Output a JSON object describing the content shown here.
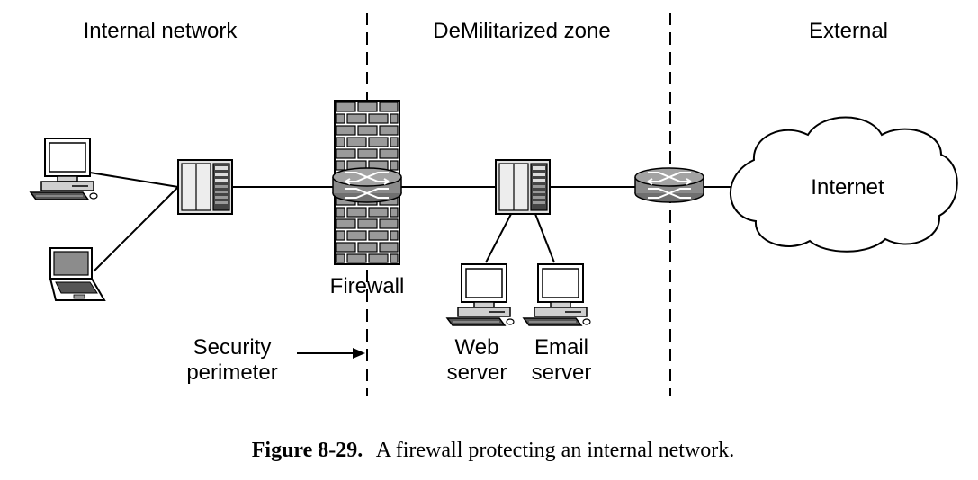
{
  "zones": {
    "internal": "Internal network",
    "dmz": "DeMilitarized zone",
    "external": "External"
  },
  "labels": {
    "firewall": "Firewall",
    "internet": "Internet",
    "security_line1": "Security",
    "security_line2": "perimeter",
    "web_line1": "Web",
    "web_line2": "server",
    "email_line1": "Email",
    "email_line2": "server"
  },
  "caption": {
    "number": "Figure 8-29.",
    "text": "A firewall protecting an internal network."
  },
  "icons": {
    "desktop": "desktop-computer-icon",
    "laptop": "laptop-icon",
    "server": "server-tower-icon",
    "router": "router-icon",
    "firewall": "brick-wall-icon",
    "cloud": "cloud-icon"
  },
  "colors": {
    "line": "#000000",
    "brick": "#9a9a9a",
    "brick_mortar": "#ffffff",
    "router_body": "#8a8a8a",
    "server_face": "#d8d8d8",
    "screen": "#ffffff",
    "laptop_screen": "#8c8c8c"
  }
}
